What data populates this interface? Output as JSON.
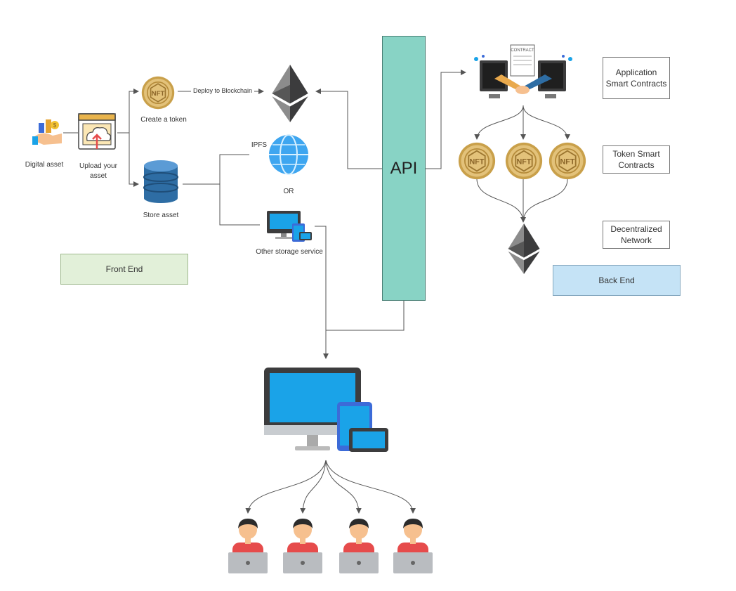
{
  "labels": {
    "digital_asset": "Digital asset",
    "upload_asset": "Upload your asset",
    "create_token": "Create a token",
    "deploy": "Deploy to Blockchain",
    "store_asset": "Store asset",
    "ipfs": "IPFS",
    "or": "OR",
    "other_storage": "Other storage service",
    "api": "API",
    "app_contracts": "Application Smart Contracts",
    "token_contracts": "Token Smart Contracts",
    "decentralized_network": "Decentralized Network",
    "front_end": "Front End",
    "back_end": "Back End"
  },
  "icons": {
    "coin_text": "NFT",
    "contract_text": "CONTRACT"
  },
  "colors": {
    "api": "#88d3c5",
    "front_end": "#e2f0d9",
    "back_end": "#c5e3f6",
    "eth_dark": "#3c3c3d",
    "screen": "#1aa3e8",
    "coin": "#d9b25a"
  }
}
